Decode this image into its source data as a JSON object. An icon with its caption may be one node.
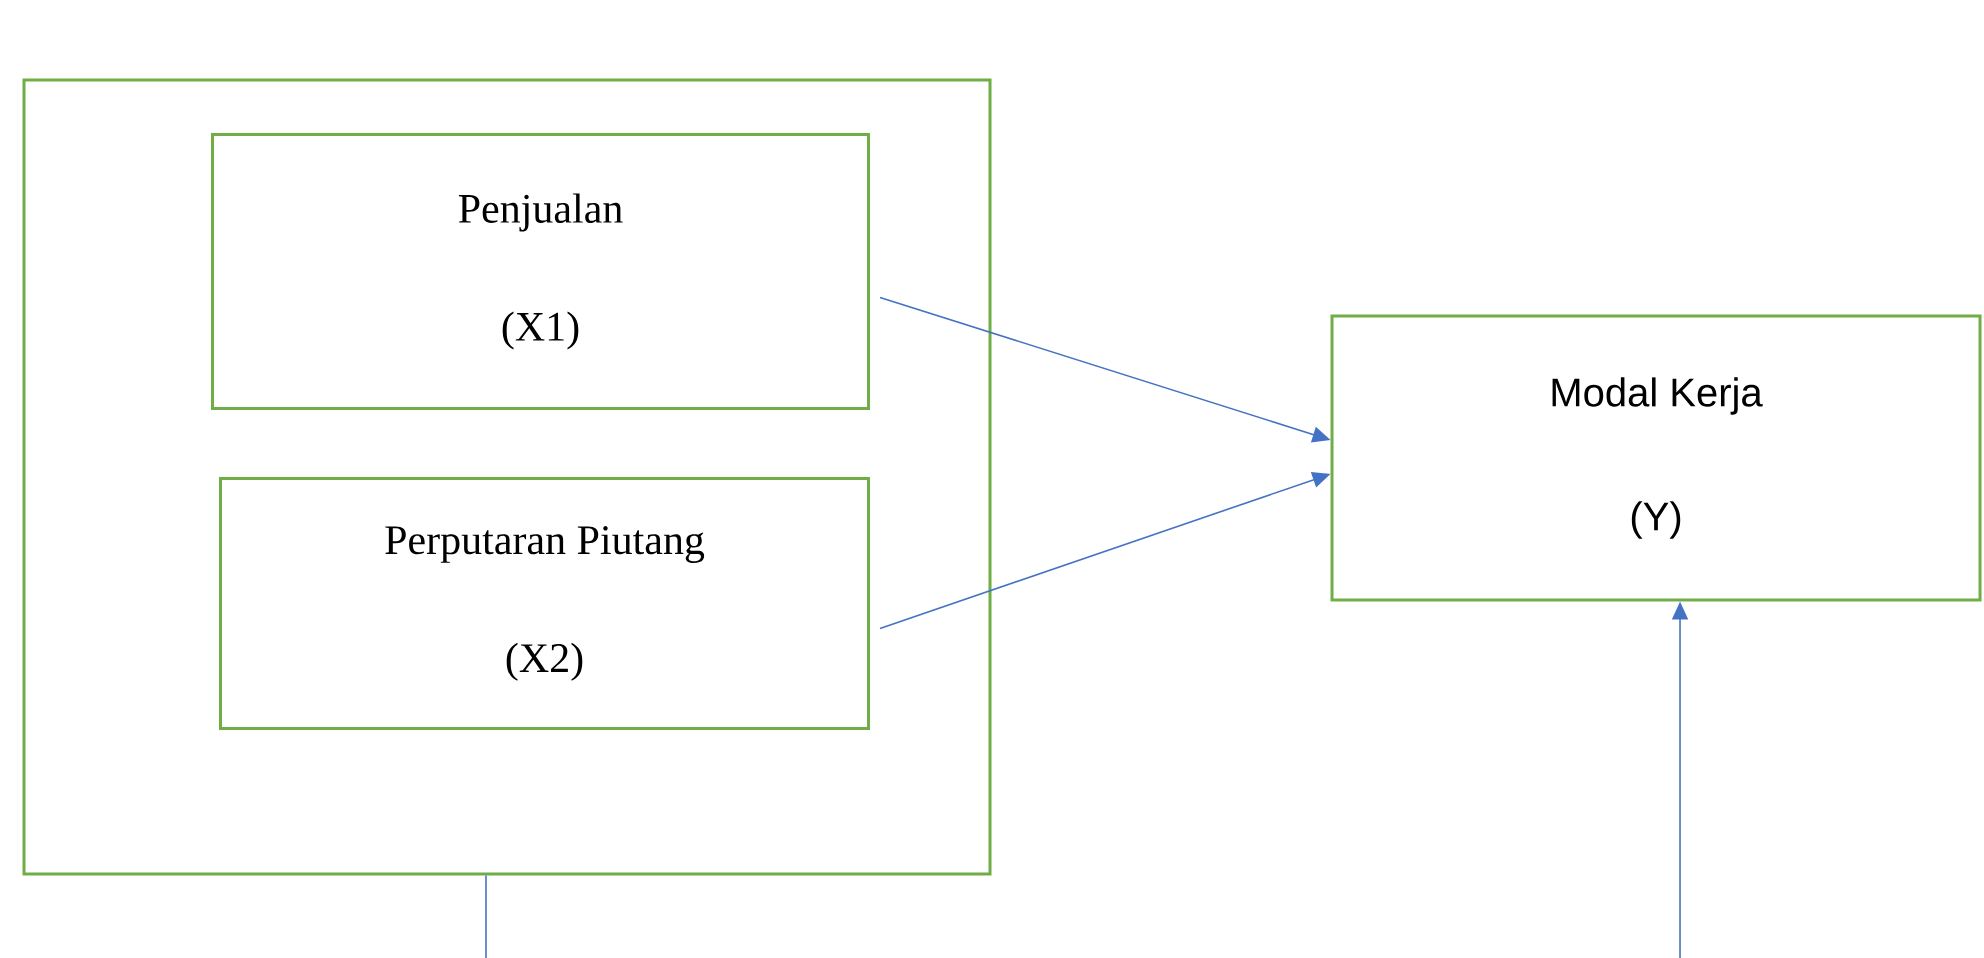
{
  "diagram": {
    "nodes": [
      {
        "text": [],
        "shape": "box"
      },
      {
        "text": [
          "Penjualan",
          "(X1)"
        ],
        "in": 0
      },
      {
        "text": [
          "Perputaran Piutang",
          "(X2)"
        ],
        "in": 0
      },
      {
        "text": [
          "Modal Kerja",
          "(Y)"
        ]
      }
    ],
    "edges": [
      {
        "from": 1,
        "to": 3,
        "arrow": "to"
      },
      {
        "from": 2,
        "to": 3,
        "arrow": "to"
      },
      {
        "from": 0,
        "to": null,
        "arrow": "none"
      },
      {
        "from": null,
        "to": 3,
        "arrow": "to"
      }
    ]
  }
}
